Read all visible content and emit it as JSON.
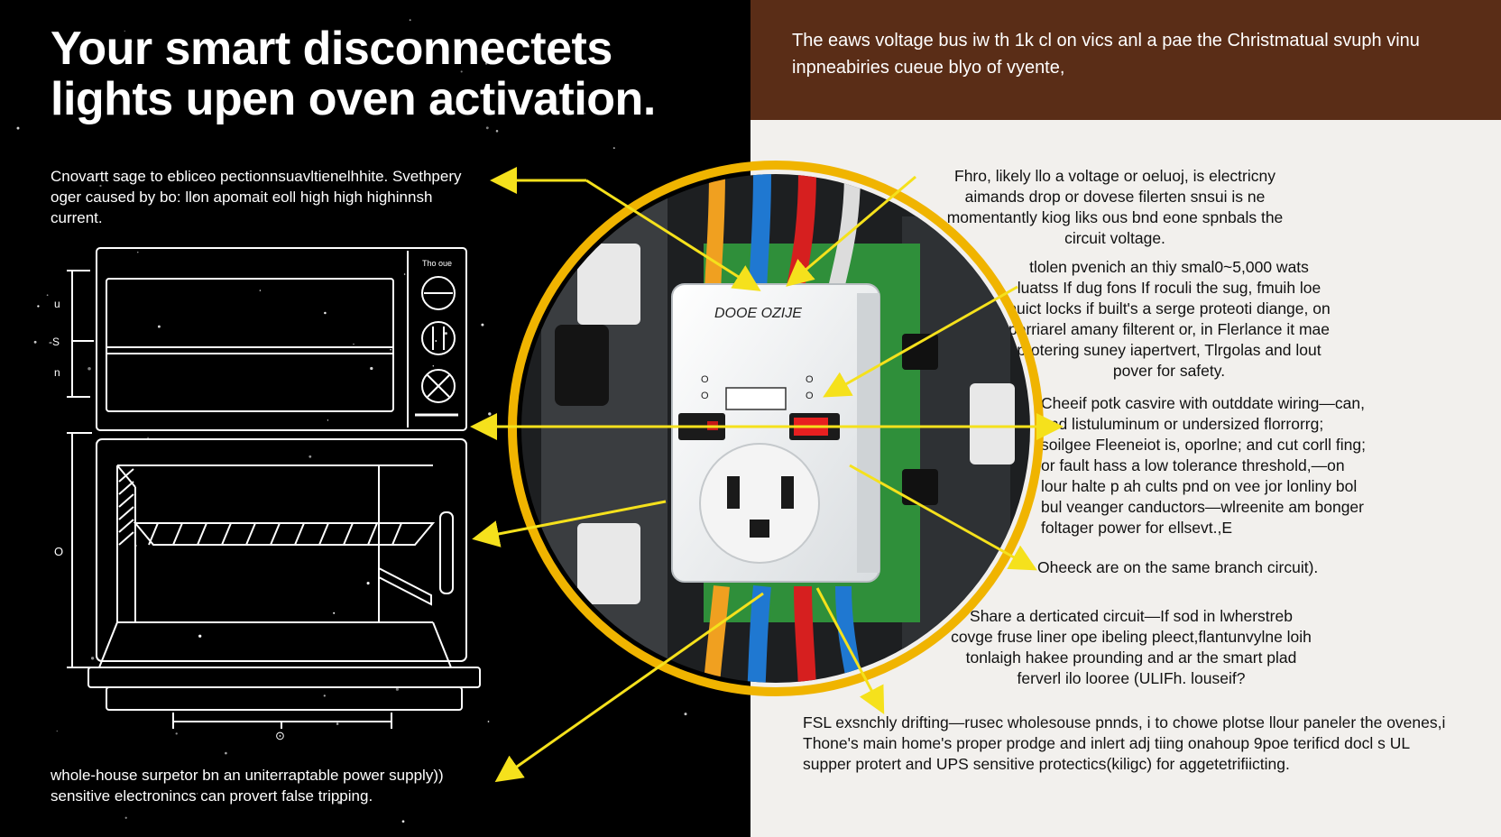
{
  "title": "Your smart disconnectets lights upen oven activation.",
  "banner": "The eaws voltage bus iw th 1k cl on vics anl a pae the Christmatual svuph vinu inpneabiries cueue blyo of vyente,",
  "left_texts": {
    "top": "Cnovartt sage to ebliceo pectionnsuavltienelhhite. Svethpery oger caused by bo: llon apomait eoll high high highinnsh current.",
    "bottom": "whole-house surpetor bn an uniterraptable power supply)) sensitive electronincs can provert false tripping."
  },
  "right_texts": {
    "t1": "Fhro, likely llo a voltage or oeluoj, is electricny aimands drop or dovese filerten snsui is ne momentantly kiog liks ous bnd eone spnbals the circuit voltage.",
    "t2": "tlolen pvenich an thiy smal0~5,000 wats luatss If dug fons If roculi the sug, fmuih loe buict locks if built's a serge proteoti diange, on perriarel amany filterent or, in Flerlance it mae protering suney iapertvert, Tlrgolas and lout pover for safety.",
    "t3": "Cheeif potk casvire with outddate wiring—can, and listuluminum or undersized florrorrg; soilgee Fleeneiot is, oporlne; and cut corll fing; or fault hass a low tolerance threshold,—on lour halte p ah cults pnd on vee jor lonliny bol bul veanger canductors—wlreenite am bonger foltager power for ellsevt.,E",
    "t4": "Oheeck are on the same branch circuit).",
    "t5": "Share a derticated circuit—If sod in lwherstreb covge fruse liner ope ibeling pleect,flantunvylne loih tonlaigh hakee prounding and ar the smart plad ferverl ilo looree (ULIFh. louseif?",
    "t6": "FSL exsnchly drifting—rusec wholesouse pnnds, i to chowe plotse llour paneler the ovenes,i Thone's main home's proper prodge and inlert adj tiing onahoup 9poe terificd docl s UL supper protert and UPS sensitive protectics(kiligc) for aggetetrifiicting."
  },
  "device": {
    "label": "DOOE OZIJE",
    "left_symbol_top": "O",
    "left_symbol_bottom": "O",
    "right_symbol_top": "O",
    "right_symbol_bottom": "O"
  },
  "oven": {
    "panel_label": "Tho oue",
    "side_labels": [
      "u",
      "-S",
      "n",
      "O"
    ],
    "bottom_marker": "⊙"
  },
  "colors": {
    "arrow": "#f5e11c",
    "ring": "#f0b400",
    "banner": "#5a2d17",
    "right_bg": "#f2f0ed"
  }
}
